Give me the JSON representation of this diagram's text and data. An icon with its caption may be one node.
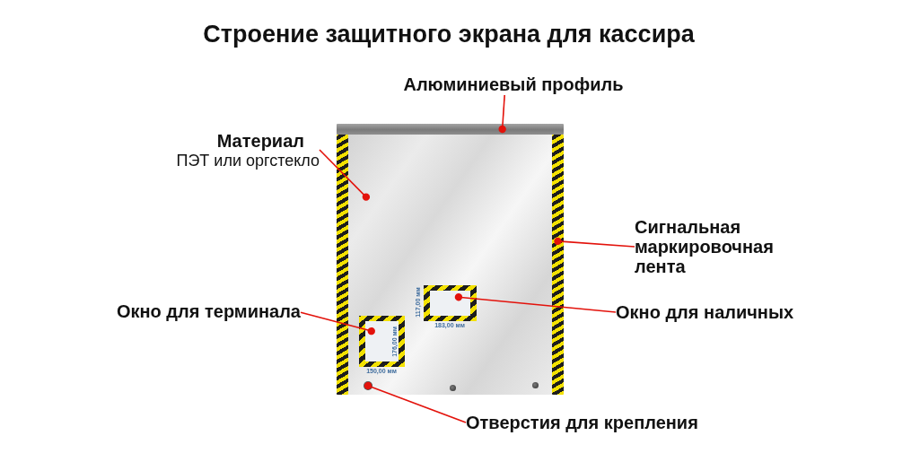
{
  "diagram": {
    "title": "Строение защитного экрана для кассира",
    "nodes": [
      {
        "text": [
          "Алюминиевый профиль"
        ]
      },
      {
        "text": [],
        "shape": "bar"
      },
      {
        "text": [
          "Материал",
          "ПЭТ или оргстекло"
        ]
      },
      {
        "text": [],
        "shape": "box"
      },
      {
        "text": [],
        "shape": "bar",
        "in": 3
      },
      {
        "text": [
          "Сигнальная маркировочная лента"
        ]
      },
      {
        "text": [],
        "shape": "bar",
        "in": 3
      },
      {
        "text": [
          "Окно для терминала"
        ]
      },
      {
        "text": [],
        "shape": "box",
        "in": 3
      },
      {
        "text": [
          "Окно для наличных"
        ]
      },
      {
        "text": [],
        "shape": "box",
        "in": 3
      },
      {
        "text": [
          "Отверстия для крепления"
        ]
      },
      {
        "text": [],
        "shape": "circle",
        "in": 3
      }
    ],
    "edges": [
      {
        "from": 0,
        "to": 1,
        "arrow": "other"
      },
      {
        "from": 2,
        "to": 3,
        "arrow": "other"
      },
      {
        "from": 5,
        "to": 6,
        "arrow": "other"
      },
      {
        "from": 7,
        "to": 8,
        "arrow": "other"
      },
      {
        "from": 9,
        "to": 10,
        "arrow": "other"
      },
      {
        "from": 11,
        "to": 12,
        "arrow": "other"
      }
    ],
    "labels": [
      "117,00 мм",
      "183,00 мм",
      "176,00 мм",
      "150,00 мм"
    ]
  }
}
